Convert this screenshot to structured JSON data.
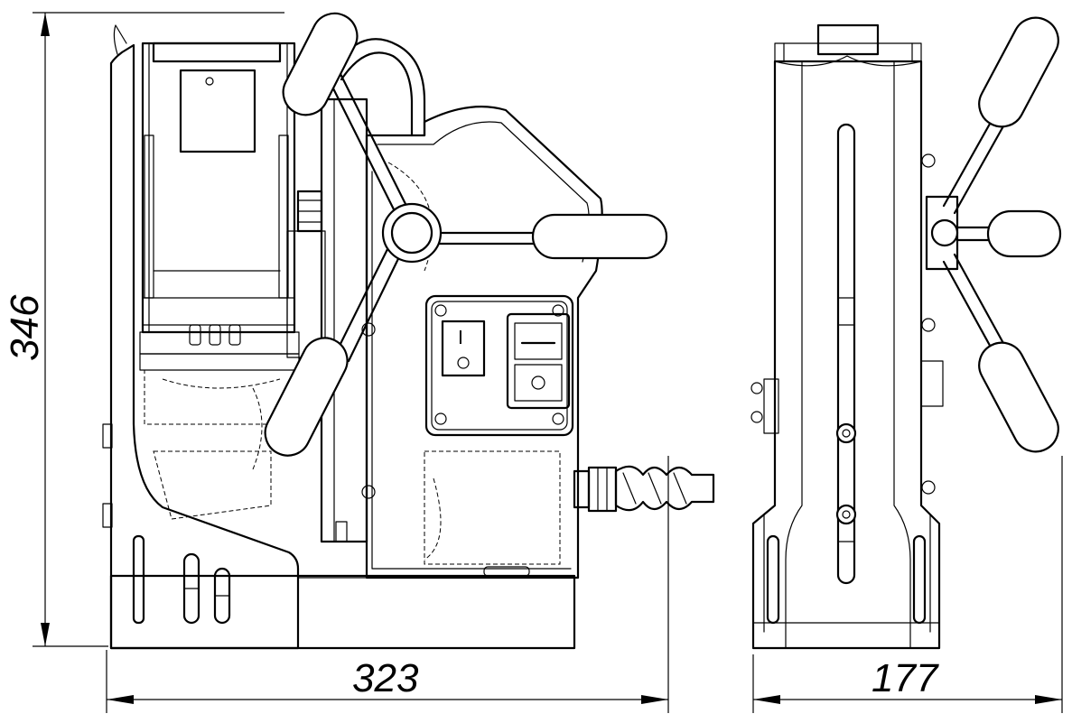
{
  "dimensions": {
    "height": "346",
    "width_side": "323",
    "width_front": "177"
  },
  "switch_panel": {
    "on_symbol": "I",
    "off_symbol": "O"
  }
}
